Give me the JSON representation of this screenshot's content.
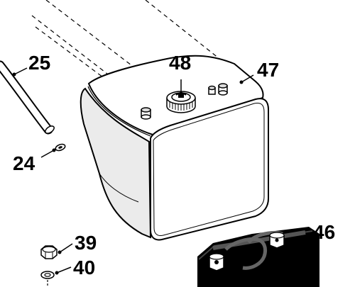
{
  "callouts": {
    "c25": "25",
    "c48": "48",
    "c47": "47",
    "c24": "24",
    "c39": "39",
    "c40": "40",
    "c46": "46"
  }
}
